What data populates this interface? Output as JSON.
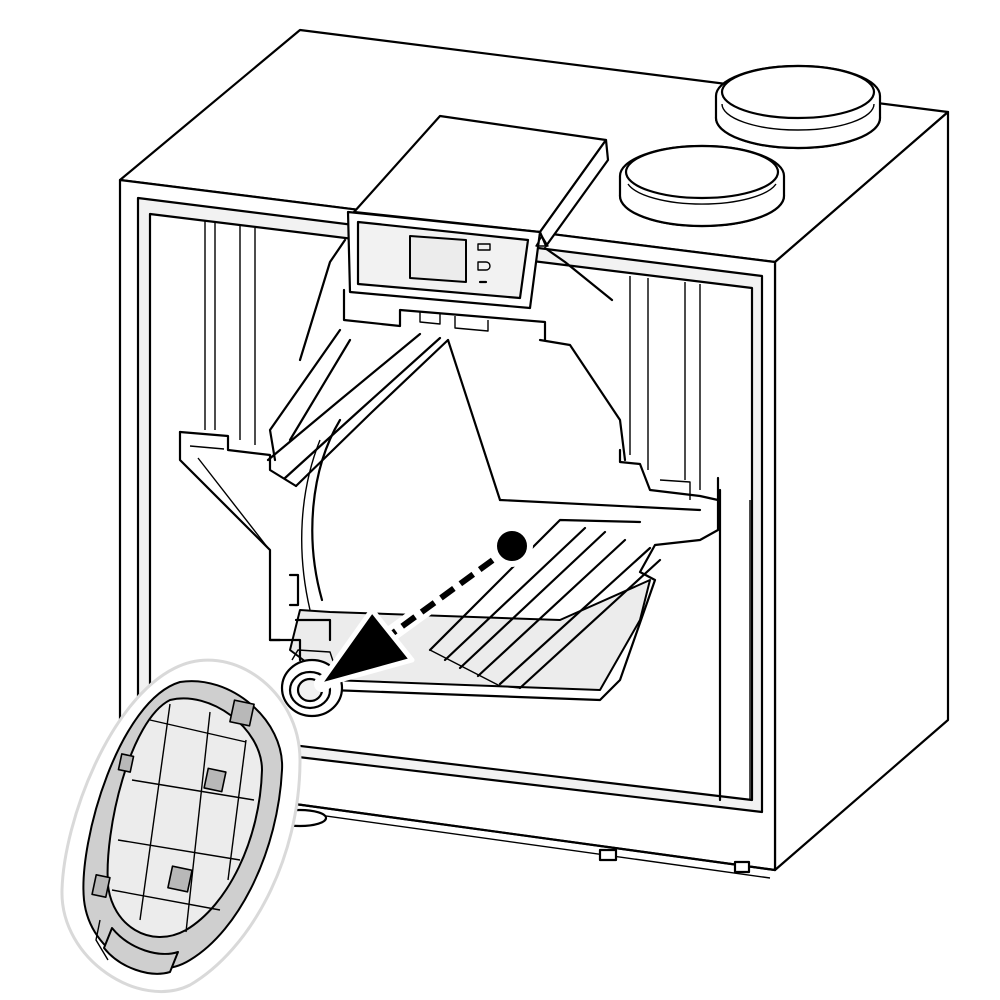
{
  "figure": {
    "kind": "line-illustration",
    "subject": "ventilation-unit-with-condensate-siphon",
    "action_arrow": "dashed-arrow-toward-drain",
    "colors": {
      "line": "#000000",
      "fill": "#ffffff",
      "shade": "#d0d0d0"
    },
    "icons": [
      "display-panel-icon",
      "duct-collar-icon",
      "siphon-part-icon",
      "dashed-arrow-icon"
    ]
  }
}
